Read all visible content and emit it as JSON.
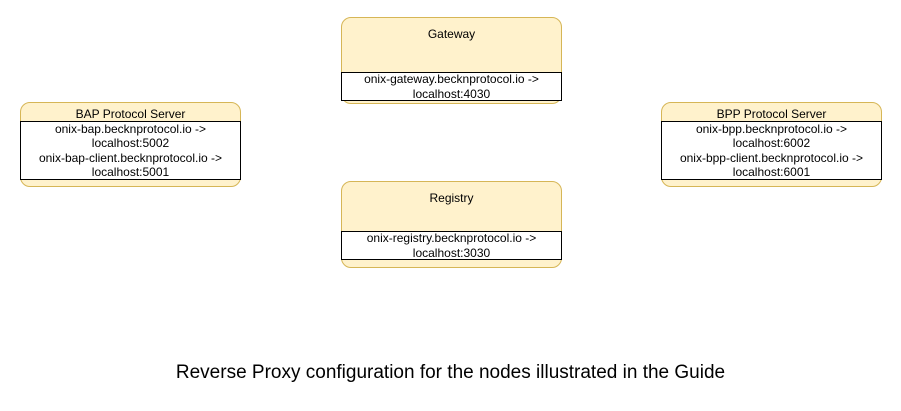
{
  "diagram": {
    "caption": "Reverse Proxy configuration for the nodes illustrated in the Guide",
    "colors": {
      "background": "#FFFFFF",
      "node_fill": "#FFF2CC",
      "node_border": "#D6B656",
      "mapping_fill": "#FFFFFF",
      "mapping_border": "#000000",
      "text": "#000000"
    },
    "nodes": [
      {
        "id": "gateway",
        "title": "Gateway",
        "lines": [
          "onix-gateway.becknprotocol.io ->",
          "localhost:4030"
        ]
      },
      {
        "id": "bap-protocol-server",
        "title": "BAP Protocol Server",
        "lines": [
          "onix-bap.becknprotocol.io ->",
          "localhost:5002",
          "onix-bap-client.becknprotocol.io ->",
          "localhost:5001"
        ]
      },
      {
        "id": "bpp-protocol-server",
        "title": "BPP Protocol Server",
        "lines": [
          "onix-bpp.becknprotocol.io ->",
          "localhost:6002",
          "onix-bpp-client.becknprotocol.io ->",
          "localhost:6001"
        ]
      },
      {
        "id": "registry",
        "title": "Registry",
        "lines": [
          "onix-registry.becknprotocol.io ->",
          "localhost:3030"
        ]
      }
    ]
  }
}
